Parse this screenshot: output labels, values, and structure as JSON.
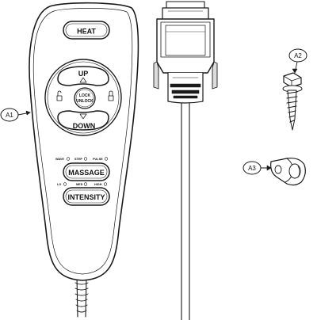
{
  "remote": {
    "buttons": {
      "heat": "HEAT",
      "up": "UP",
      "lock_unlock_line1": "LOCK",
      "lock_unlock_line2": "UNLOCK",
      "down": "DOWN",
      "massage": "MASSAGE",
      "intensity": "INTENSITY"
    },
    "massage_indicators": [
      "WAVE",
      "STEP",
      "PULSE"
    ],
    "intensity_indicators": [
      "LO",
      "MED",
      "HIGH"
    ]
  },
  "callouts": {
    "a1": "A1",
    "a2": "A2",
    "a3": "A3"
  },
  "colors": {
    "line": "#1a1a1a",
    "fill": "#ffffff",
    "shade": "#dcdcdc"
  }
}
